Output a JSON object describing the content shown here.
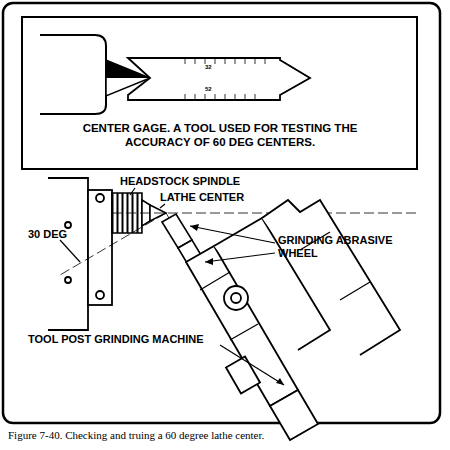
{
  "diagram": {
    "caption": "Figure 7-40. Checking and truing a 60 degree lathe center.",
    "labels": [
      "CENTER GAGE. A TOOL USED FOR TESTING THE ACCURACY OF 60 DEG CENTERS.",
      "32",
      "52",
      "HEADSTOCK SPINDLE",
      "LATHE CENTER",
      "GRINDING ABRASIVE WHEEL",
      "30 DEG",
      "TOOL POST GRINDING MACHINE"
    ]
  }
}
